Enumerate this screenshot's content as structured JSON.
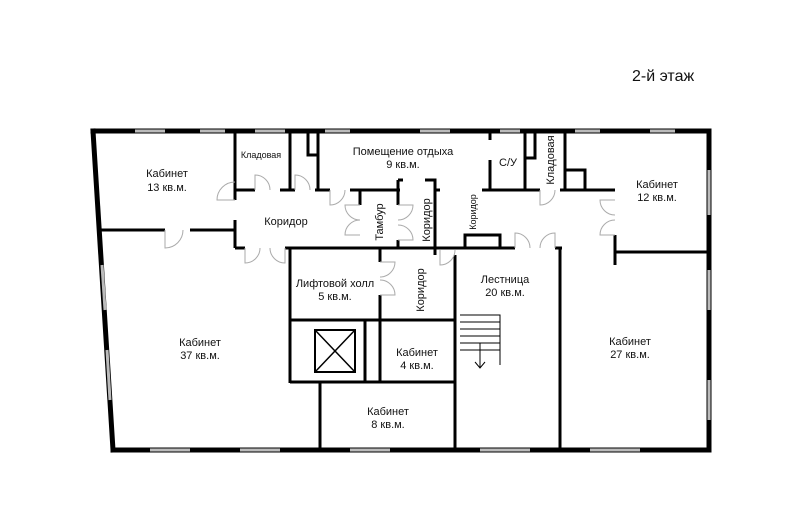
{
  "floor_title": "2-й этаж",
  "rooms": {
    "office_13": {
      "name": "Кабинет",
      "area": "13 кв.м."
    },
    "storage_1": {
      "name": "Кладовая"
    },
    "rest_room": {
      "name": "Помещение отдыха",
      "area": "9 кв.м."
    },
    "wc": {
      "name": "С/У"
    },
    "storage_2": {
      "name": "Кладовая"
    },
    "office_12": {
      "name": "Кабинет",
      "area": "12 кв.м."
    },
    "corridor_1": {
      "name": "Коридор"
    },
    "vestibule": {
      "name": "Тамбур"
    },
    "corridor_2": {
      "name": "Коридор"
    },
    "corridor_3": {
      "name": "Коридор"
    },
    "corridor_4": {
      "name": "Коридор"
    },
    "lift_hall": {
      "name": "Лифтовой холл",
      "area": "5 кв.м."
    },
    "stairs": {
      "name": "Лестница",
      "area": "20 кв.м."
    },
    "office_37": {
      "name": "Кабинет",
      "area": "37 кв.м."
    },
    "office_4": {
      "name": "Кабинет",
      "area": "4 кв.м."
    },
    "office_8": {
      "name": "Кабинет",
      "area": "8 кв.м."
    },
    "office_27": {
      "name": "Кабинет",
      "area": "27 кв.м."
    }
  }
}
